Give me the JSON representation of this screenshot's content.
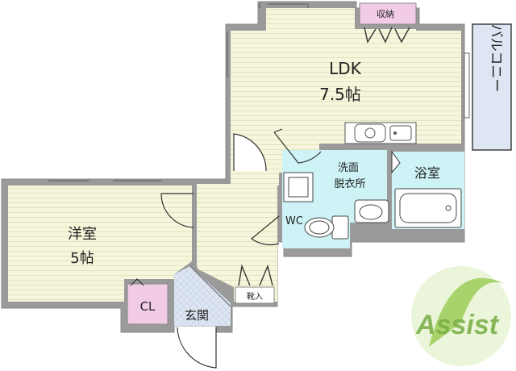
{
  "rooms": {
    "ldk": {
      "name": "LDK",
      "size": "7.5帖"
    },
    "western_room": {
      "name": "洋室",
      "size": "5帖"
    },
    "balcony": {
      "name": "バルコニー"
    },
    "bath": {
      "name": "浴室"
    },
    "washroom": {
      "line1": "洗面",
      "line2": "脱衣所"
    },
    "wc": {
      "name": "WC"
    },
    "entrance": {
      "name": "玄関"
    },
    "closet": {
      "name": "CL"
    },
    "storage": {
      "name": "収納"
    },
    "shoe_box": {
      "name": "靴入"
    }
  },
  "logo": {
    "text": "Assist"
  },
  "colors": {
    "wall": "#9a9a9a",
    "floor_living": "#f6f6dc",
    "floor_wet": "#cdf3f6",
    "floor_entrance": "#dde6f2",
    "storage": "#f2cce6",
    "logo_green": "#8cc63f"
  }
}
